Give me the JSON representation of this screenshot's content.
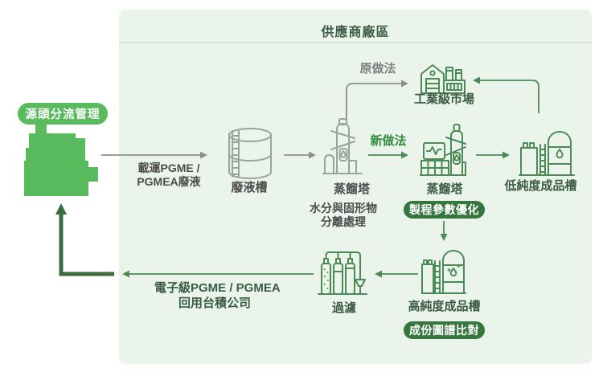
{
  "panel": {
    "title": "供應商廠區"
  },
  "source": {
    "badge": "源頭分流管理"
  },
  "flows": {
    "transport_l1": "載運PGME /",
    "transport_l2": "PGMEA廢液",
    "old_method": "原做法",
    "new_method": "新做法",
    "return_l1": "電子級PGME / PGMEA",
    "return_l2": "回用台積公司"
  },
  "nodes": {
    "waste_tank": "廢液槽",
    "tower1": "蒸餾塔",
    "tower1_note_l1": "水分與固形物",
    "tower1_note_l2": "分離處理",
    "market": "工業級市場",
    "tower2": "蒸餾塔",
    "low_purity_tank": "低純度成品槽",
    "high_purity_tank": "高純度成品槽",
    "filter": "過濾"
  },
  "badges": {
    "process_optimization": "製程參數優化",
    "spectrum_comparison": "成份圖譜比對"
  },
  "colors": {
    "panel_bg": "#ebf4ea",
    "bright_green": "#5abb5e",
    "dark_green_badge": "#35753e",
    "icon_green": "#4c8a57",
    "icon_gray": "#9aa29a",
    "arrow_gray": "#8f8f8f",
    "return_line_green": "#3e6b3e",
    "text_gray": "#4c4c4c",
    "text_green": "#3b5c44",
    "accent_green": "#2f8c3e"
  }
}
